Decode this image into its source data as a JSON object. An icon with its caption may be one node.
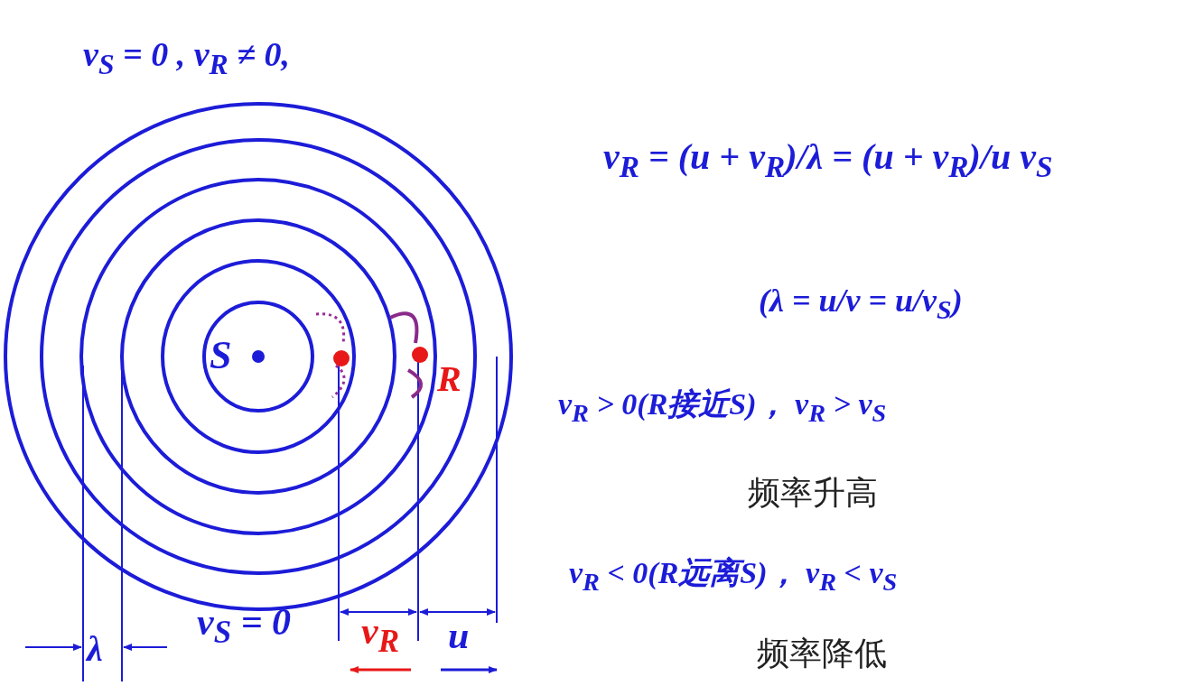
{
  "diagram": {
    "title": "v$_{S}$ = 0 ,   v$_{R}$ ≠ 0,",
    "labels": [
      "ν$_{R}$ = (u + v$_{R}$)/λ = (u + v$_{R}$)/u ν$_{S}$",
      "(λ = u/ν = u/ν$_{S}$)",
      "S",
      "R",
      "v$_{R}$ > 0(R接近S)，   ν$_{R}$ > ν$_{S}$",
      "频率升高",
      "v$_{R}$ < 0(R远离S)，   ν$_{R}$ < ν$_{S}$",
      "频率降低",
      "v$_{S}$ = 0",
      "v$_{R}$",
      "u",
      "λ"
    ]
  }
}
